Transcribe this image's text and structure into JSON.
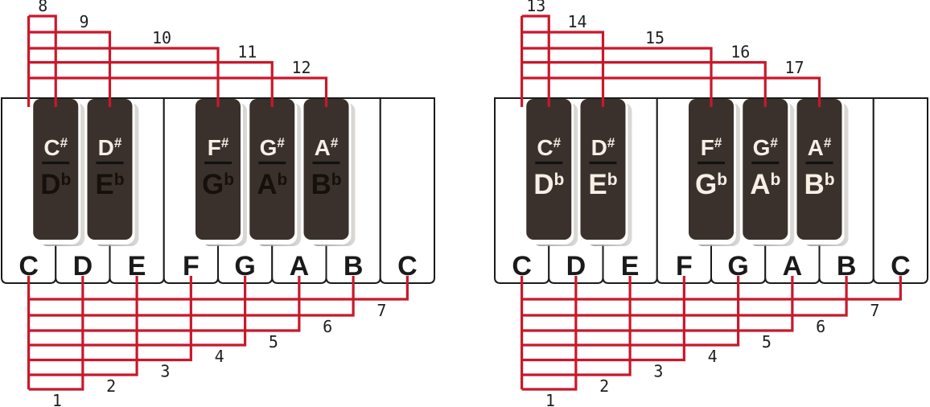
{
  "figure": {
    "description": "Two one-octave piano keyboards with numbered keys",
    "colors": {
      "background": "#ffffff",
      "line_red": "#c9182b",
      "key_border": "#1a1a1a",
      "white_key_fill": "#ffffff",
      "black_key_fill": "#3a312c",
      "sharp_text": "#f5efe5",
      "flat_text_dark": "#16100c",
      "flat_text_light": "#f5efe5",
      "divider_black": "#111111",
      "number_text": "#1f1f1f",
      "shadow_gray_near": "#8f8c89",
      "shadow_gray_far": "#d6d3d0"
    },
    "keyboards": [
      {
        "name": "keyboard-octave-1",
        "white_keys": [
          "C",
          "D",
          "E",
          "F",
          "G",
          "A",
          "B",
          "C"
        ],
        "black_keys": [
          {
            "sharp": "C#",
            "flat": "Db"
          },
          {
            "sharp": "D#",
            "flat": "Eb"
          },
          {
            "sharp": "F#",
            "flat": "Gb"
          },
          {
            "sharp": "G#",
            "flat": "Ab"
          },
          {
            "sharp": "A#",
            "flat": "Bb"
          }
        ],
        "black_key_numbers": [
          "8",
          "9",
          "10",
          "11",
          "12"
        ],
        "white_key_numbers": [
          "1",
          "2",
          "3",
          "4",
          "5",
          "6",
          "7"
        ],
        "flat_label_style": "dark"
      },
      {
        "name": "keyboard-octave-2",
        "white_keys": [
          "C",
          "D",
          "E",
          "F",
          "G",
          "A",
          "B",
          "C"
        ],
        "black_keys": [
          {
            "sharp": "C#",
            "flat": "Db"
          },
          {
            "sharp": "D#",
            "flat": "Eb"
          },
          {
            "sharp": "F#",
            "flat": "Gb"
          },
          {
            "sharp": "G#",
            "flat": "Ab"
          },
          {
            "sharp": "A#",
            "flat": "Bb"
          }
        ],
        "black_key_numbers": [
          "13",
          "14",
          "15",
          "16",
          "17"
        ],
        "white_key_numbers": [
          "1",
          "2",
          "3",
          "4",
          "5",
          "6",
          "7"
        ],
        "flat_label_style": "light"
      }
    ]
  }
}
